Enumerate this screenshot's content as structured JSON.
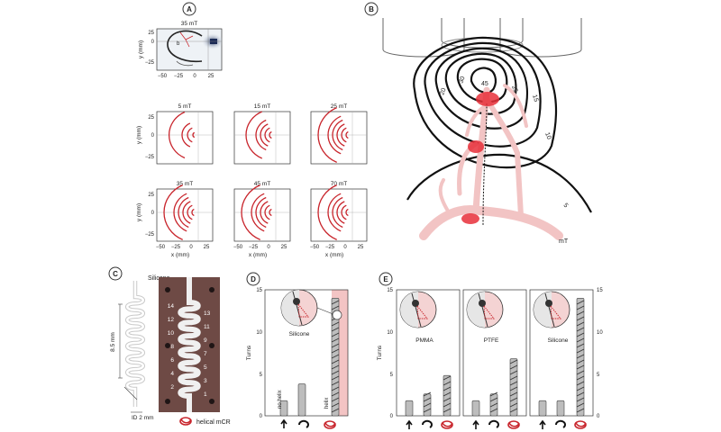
{
  "panels": {
    "A": {
      "letter": "A",
      "top": {
        "title": "35 mT",
        "ylabel": "y (mm)",
        "marker": "b"
      },
      "small_titles": [
        "5 mT",
        "15 mT",
        "25 mT",
        "35 mT",
        "45 mT",
        "70 mT"
      ],
      "ylabel": "y (mm)",
      "xlabel": "x (mm)",
      "xticks": [
        "−50",
        "−25",
        "0",
        "25"
      ],
      "yticks": [
        "25",
        "0",
        "−25"
      ]
    },
    "B": {
      "letter": "B",
      "contours": [
        "45",
        "30",
        "25",
        "20",
        "15",
        "10",
        "5"
      ],
      "unit": "mT"
    },
    "C": {
      "letter": "C",
      "tube_label": "Silicone",
      "dim_length": "8.5 mm",
      "dim_id": "ID 2 mm",
      "device_label": "helical mCR",
      "left_numbers": [
        "14",
        "12",
        "10",
        "8",
        "6",
        "4",
        "2"
      ],
      "right_numbers": [
        "13",
        "11",
        "9",
        "7",
        "5",
        "3",
        "1"
      ]
    },
    "D": {
      "letter": "D",
      "ylabel": "Turns",
      "yticks": [
        "15",
        "10",
        "5",
        "0"
      ],
      "material": "Silicone",
      "bar_labels": [
        "no helix",
        "helix"
      ]
    },
    "E": {
      "letter": "E",
      "ylabel": "Turns",
      "yticks": [
        "15",
        "10",
        "5",
        "0"
      ],
      "materials": [
        "PMMA",
        "PTFE",
        "Silicone"
      ]
    }
  },
  "chart_data": [
    {
      "type": "bar",
      "panel": "D",
      "ylabel": "Turns",
      "ylim": [
        0,
        15
      ],
      "categories": [
        "no helix",
        "",
        "helix"
      ],
      "values": [
        1.8,
        3.8,
        14.0
      ]
    },
    {
      "type": "bar",
      "panel": "E",
      "ylabel": "Turns",
      "ylim": [
        0,
        15
      ],
      "groups": [
        "PMMA",
        "PTFE",
        "Silicone"
      ],
      "series": [
        {
          "values": [
            1.8,
            2.6,
            4.8
          ]
        },
        {
          "values": [
            1.8,
            2.6,
            6.8
          ]
        },
        {
          "values": [
            1.8,
            1.8,
            14.0
          ]
        }
      ]
    }
  ],
  "colors": {
    "red": "#c8242b",
    "pink": "#f2c4c4",
    "brown": "#6e4a45"
  }
}
